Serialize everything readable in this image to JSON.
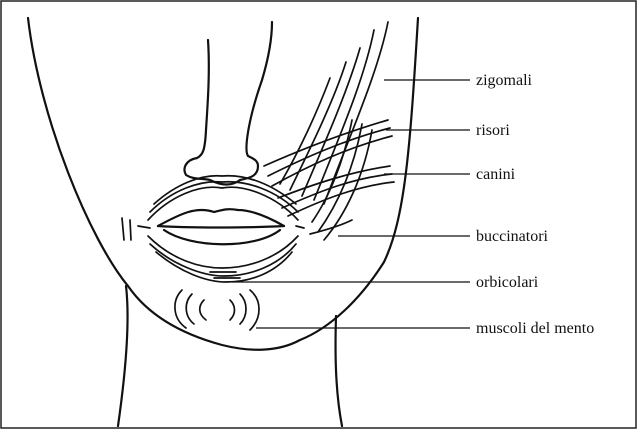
{
  "labels": {
    "zigomatici": "zigomali",
    "risori": "risori",
    "canini": "canini",
    "buccinatori": "buccinatori",
    "orbicolari": "orbicolari",
    "mento": "muscoli del mento"
  }
}
